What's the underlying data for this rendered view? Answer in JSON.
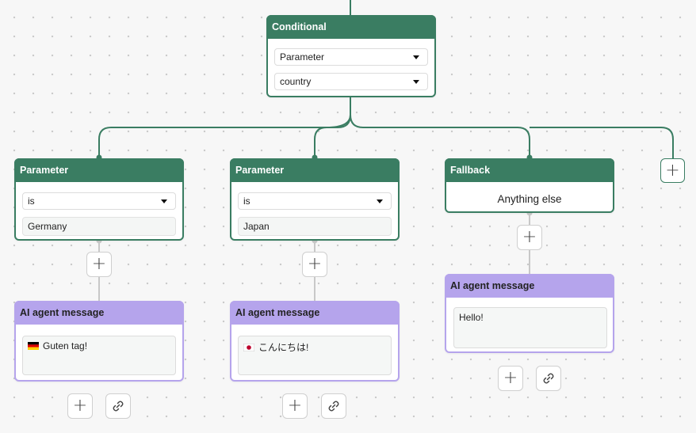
{
  "conditional": {
    "title": "Conditional",
    "selects": [
      "Parameter",
      "country"
    ]
  },
  "branches": [
    {
      "title": "Parameter",
      "operator": "is",
      "value": "Germany",
      "message_title": "AI agent message",
      "message": "Guten tag!",
      "flag_icon": "germany-flag-icon"
    },
    {
      "title": "Parameter",
      "operator": "is",
      "value": "Japan",
      "message_title": "AI agent message",
      "message": "こんにちは!",
      "flag_icon": "japan-flag-icon"
    }
  ],
  "fallback": {
    "title": "Fallback",
    "text": "Anything else",
    "message_title": "AI agent message",
    "message": "Hello!"
  },
  "icons": {
    "add": "plus-icon",
    "link": "link-icon"
  },
  "colors": {
    "condition_green": "#3a7d62",
    "message_purple": "#b5a4ec",
    "connector_gray": "#c8c8c8"
  }
}
